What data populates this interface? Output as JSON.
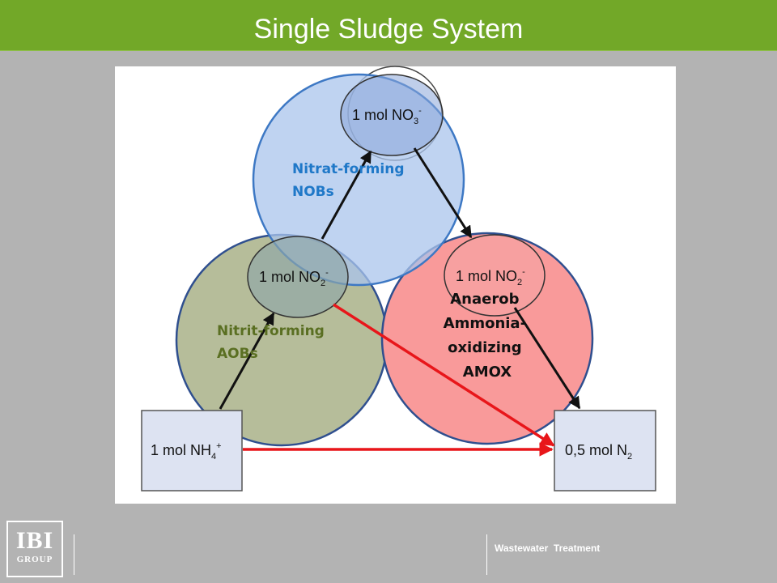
{
  "slide": {
    "title": "Single Sludge System"
  },
  "diagram": {
    "nitrate_node": {
      "prefix": "1 mol NO",
      "sub": "3",
      "sup": "-"
    },
    "nitrite_node_left": {
      "prefix": "1 mol NO",
      "sub": "2",
      "sup": "-"
    },
    "nitrite_node_right": {
      "prefix": "1 mol NO",
      "sub": "2",
      "sup": "-"
    },
    "ammonium_box": {
      "prefix": "1 mol NH",
      "sub": "4",
      "sup": "+"
    },
    "nitrogen_box": {
      "prefix": "0,5 mol N",
      "sub": "2"
    },
    "nob_label": [
      "Nitrat-forming",
      "NOBs"
    ],
    "aob_label": [
      "Nitrit-forming",
      "AOBs"
    ],
    "amox_label": [
      "Anaerob",
      "Ammonia-",
      "oxidizing",
      "AMOX"
    ],
    "colors": {
      "nob_circle": "#a9c4ec",
      "aob_circle": "#a9b288",
      "amox_circle": "#f99a9a",
      "red_arrow": "#e8161a",
      "nob_text": "#1f78c8",
      "aob_text": "#5a6f22"
    }
  },
  "footer": {
    "text": "Wastewater  Treatment",
    "logo_main": "IBI",
    "logo_sub": "GROUP"
  }
}
